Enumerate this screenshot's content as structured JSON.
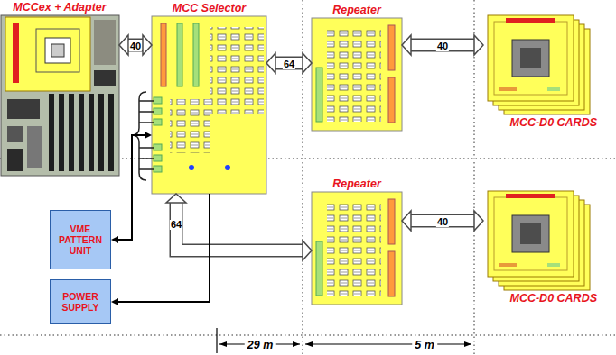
{
  "diagram": {
    "nodes": [
      {
        "text": [
          "MCCex + Adapter"
        ]
      },
      {
        "text": [
          "MCC Selector"
        ]
      },
      {
        "text": [
          "Repeater"
        ]
      },
      {
        "text": [
          "MCC-D0 CARDS"
        ]
      },
      {
        "text": [
          "VME PATTERN UNIT"
        ]
      },
      {
        "text": [
          "Repeater"
        ]
      },
      {
        "text": [
          "MCC-D0 CARDS"
        ]
      },
      {
        "text": [
          "POWER SUPPLY"
        ]
      }
    ],
    "edges": [
      {
        "from": 0,
        "to": 1,
        "arrow": "both",
        "label": "40"
      },
      {
        "from": 1,
        "to": 2,
        "arrow": "both",
        "label": "64"
      },
      {
        "from": 2,
        "to": 3,
        "arrow": "both",
        "label": "40"
      },
      {
        "from": 1,
        "to": 5,
        "arrow": "both",
        "label": "64"
      },
      {
        "from": 5,
        "to": 6,
        "arrow": "both",
        "label": "40"
      },
      {
        "from": 1,
        "to": 4,
        "arrow": "both"
      },
      {
        "from": 1,
        "to": 7,
        "arrow": "to"
      }
    ],
    "labels": [
      "29 m",
      "5 m"
    ]
  }
}
